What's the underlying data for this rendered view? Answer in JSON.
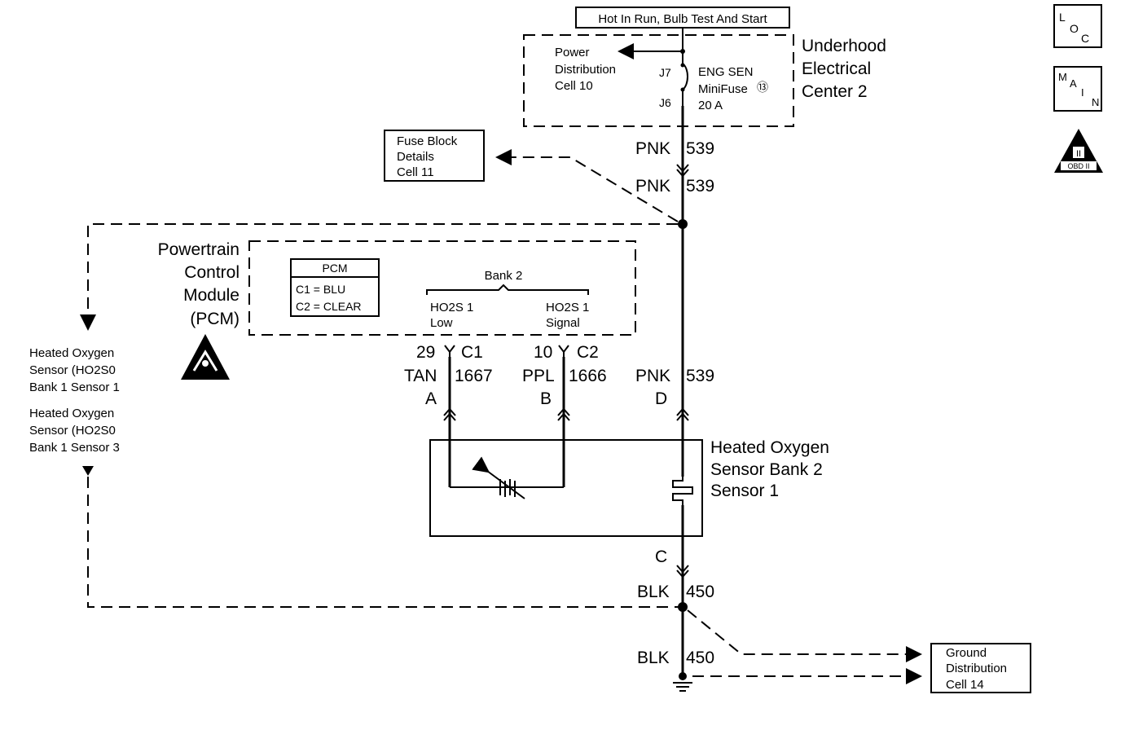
{
  "supply": {
    "label": "Hot In Run, Bulb Test And Start",
    "underhood_name": [
      "Underhood",
      "Electrical",
      "Center 2"
    ],
    "power_dist": [
      "Power",
      "Distribution",
      "Cell 10"
    ],
    "fuse_name": [
      "ENG SEN",
      "MiniFuse",
      "20 A"
    ],
    "fuse_symbol": "⑬",
    "pin_j7": "J7",
    "pin_j6": "J6"
  },
  "fuse_block_ref": [
    "Fuse Block",
    "Details",
    "Cell 11"
  ],
  "ground_ref": [
    "Ground",
    "Distribution",
    "Cell 14"
  ],
  "wires": {
    "pnk_color": "PNK",
    "pnk_circuit": "539",
    "tan_color": "TAN",
    "tan_circuit": "1667",
    "ppl_color": "PPL",
    "ppl_circuit": "1666",
    "blk_color": "BLK",
    "blk_circuit": "450"
  },
  "pcm": {
    "name": [
      "Powertrain",
      "Control",
      "Module",
      "(PCM)"
    ],
    "legend_title": "PCM",
    "legend_lines": [
      "C1 = BLU",
      "C2 = CLEAR"
    ],
    "bank_label": "Bank 2",
    "pin1_label": [
      "HO2S 1",
      "Low"
    ],
    "pin2_label": [
      "HO2S 1",
      "Signal"
    ],
    "pin1_num": "29",
    "pin1_conn": "C1",
    "pin2_num": "10",
    "pin2_conn": "C2"
  },
  "sensor": {
    "name": [
      "Heated Oxygen",
      "Sensor Bank 2",
      "Sensor 1"
    ],
    "term_a": "A",
    "term_b": "B",
    "term_c": "C",
    "term_d": "D"
  },
  "other_sensors": {
    "s1": [
      "Heated Oxygen",
      "Sensor (HO2S0",
      "Bank 1 Sensor 1"
    ],
    "s3": [
      "Heated Oxygen",
      "Sensor (HO2S0",
      "Bank 1 Sensor 3"
    ]
  },
  "icons": {
    "loc": [
      "L",
      "O",
      "C"
    ],
    "main": [
      "M",
      "A",
      "I",
      "N"
    ],
    "obd": [
      "II",
      "OBD II"
    ]
  }
}
